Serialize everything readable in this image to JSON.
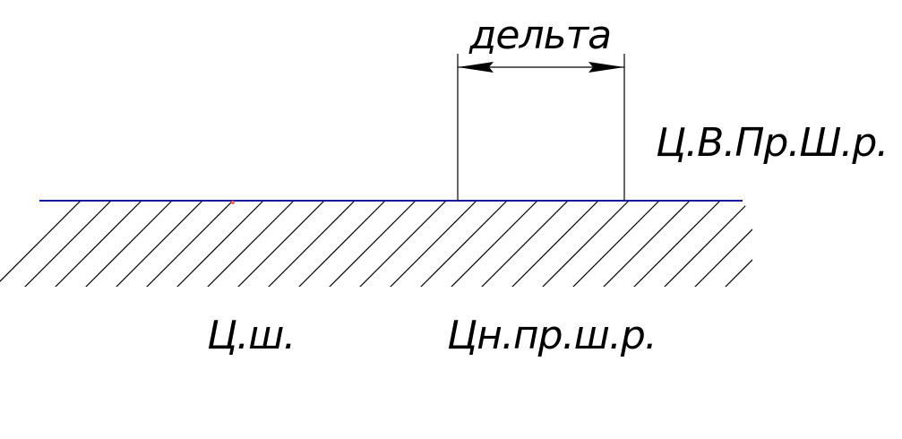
{
  "labels": {
    "delta": "дельта",
    "upper_shaft_center": "Ц.В.Пр.Ш.р.",
    "shaft_center": "Ц.ш.",
    "lower_shaft_center": "Цн.пр.ш.р."
  },
  "colors": {
    "surface_line": "#1a1aa8",
    "ink": "#000000",
    "marker": "#ff6666",
    "background": "#ffffff"
  }
}
